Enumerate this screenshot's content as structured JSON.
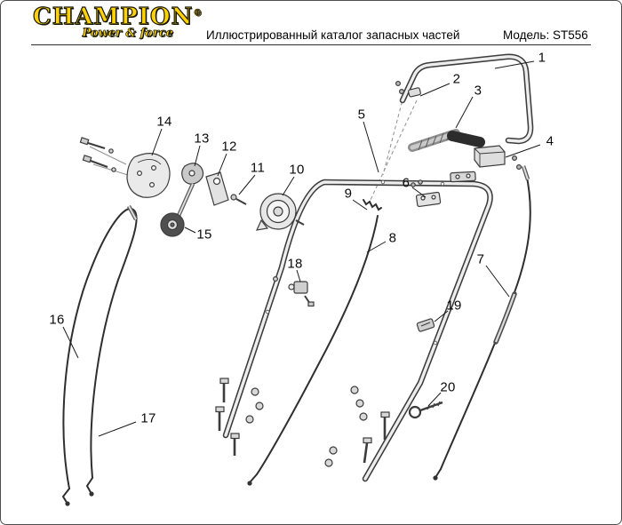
{
  "header": {
    "logo": {
      "brand": "CHAMPION",
      "registered": "®",
      "tagline": "Power & force"
    },
    "title": "Иллюстрированный каталог запасных частей",
    "model": "Модель: ST556"
  },
  "colors": {
    "brand_yellow": "#FFD200",
    "line_art": "#3C3C3C"
  },
  "diagram": {
    "description": "Exploded parts view of handle assembly with numbered callouts",
    "callouts": [
      {
        "label": "1"
      },
      {
        "label": "2"
      },
      {
        "label": "3"
      },
      {
        "label": "4"
      },
      {
        "label": "5"
      },
      {
        "label": "6"
      },
      {
        "label": "7"
      },
      {
        "label": "8"
      },
      {
        "label": "9"
      },
      {
        "label": "10"
      },
      {
        "label": "11"
      },
      {
        "label": "12"
      },
      {
        "label": "13"
      },
      {
        "label": "14"
      },
      {
        "label": "15"
      },
      {
        "label": "16"
      },
      {
        "label": "17"
      },
      {
        "label": "18"
      },
      {
        "label": "19"
      },
      {
        "label": "20"
      }
    ]
  }
}
